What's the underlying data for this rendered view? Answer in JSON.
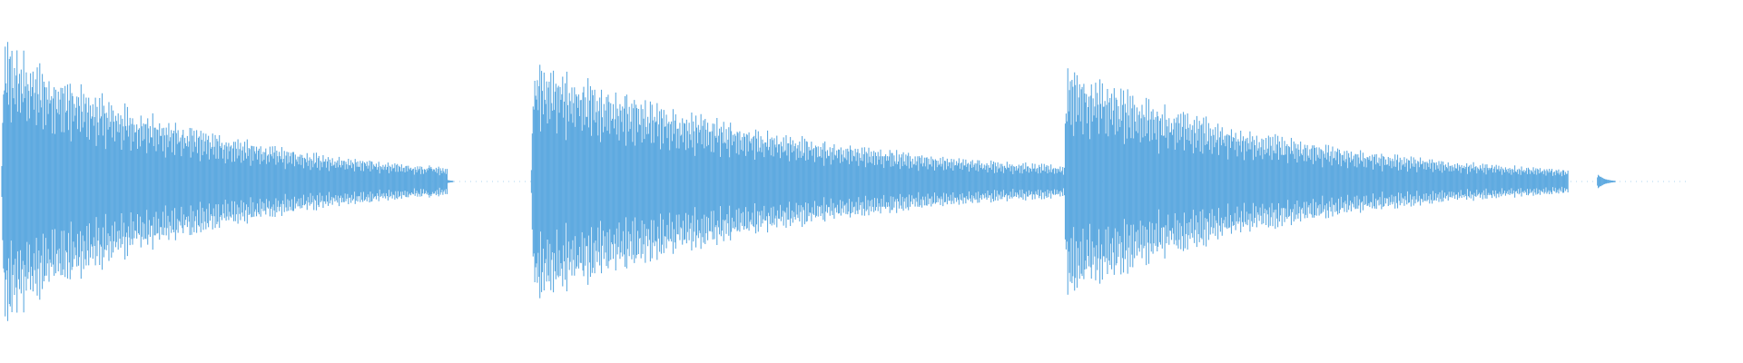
{
  "waveform": {
    "color": "#5FAAE0",
    "sample_count": 2000,
    "events": [
      {
        "time": 0.0,
        "kind": "hit",
        "amplitude": 1.0,
        "decay": 0.115
      },
      {
        "time": 0.128,
        "kind": "blip",
        "amplitude": 0.1
      },
      {
        "time": 0.187,
        "kind": "tick",
        "amplitude": 0.05
      },
      {
        "time": 0.25,
        "kind": "blip",
        "amplitude": 0.1
      },
      {
        "time": 0.314,
        "kind": "hit",
        "amplitude": 0.9,
        "decay": 0.15
      },
      {
        "time": 0.44,
        "kind": "tick",
        "amplitude": 0.05
      },
      {
        "time": 0.505,
        "kind": "blip",
        "amplitude": 0.1
      },
      {
        "time": 0.567,
        "kind": "tick",
        "amplitude": 0.05
      },
      {
        "time": 0.63,
        "kind": "hit",
        "amplitude": 0.84,
        "decay": 0.13
      },
      {
        "time": 0.757,
        "kind": "blip",
        "amplitude": 0.1
      },
      {
        "time": 0.82,
        "kind": "tick",
        "amplitude": 0.05
      },
      {
        "time": 0.883,
        "kind": "tick",
        "amplitude": 0.05
      },
      {
        "time": 0.946,
        "kind": "tick",
        "amplitude": 0.05
      }
    ]
  }
}
